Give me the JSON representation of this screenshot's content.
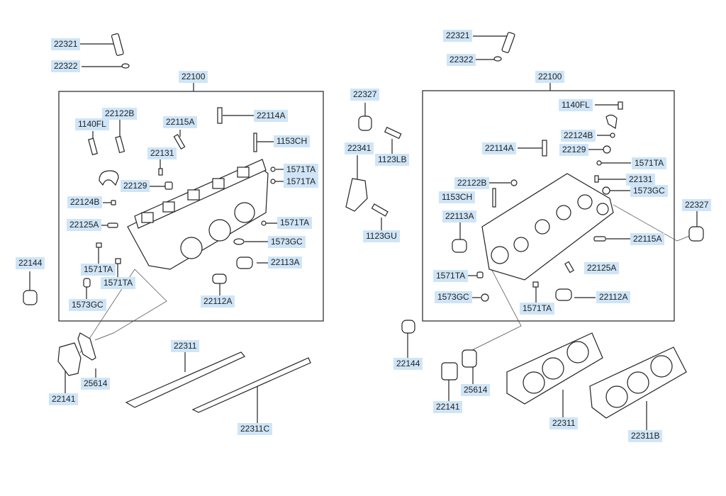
{
  "diagram": {
    "type": "exploded parts diagram",
    "subject": "Cylinder head assembly (two banks)",
    "label_color": "#cfe5f7",
    "line_color": "#222222"
  },
  "left_bank": {
    "outside_top": [
      "22321",
      "22322"
    ],
    "assembly": "22100",
    "inside": [
      "1140FL",
      "22122B",
      "22115A",
      "22114A",
      "1153CH",
      "22131",
      "1571TA",
      "1571TA",
      "22129",
      "22124B",
      "22125A",
      "1571TA",
      "1573GC",
      "1571TA",
      "1571TA",
      "22113A",
      "1573GC",
      "22112A"
    ],
    "outside_bottom": [
      "22144",
      "22141",
      "25614",
      "22311",
      "22311C"
    ]
  },
  "middle": [
    "22327",
    "22341",
    "1123LB",
    "1123GU"
  ],
  "right_bank": {
    "outside_top": [
      "22321",
      "22322"
    ],
    "assembly": "22100",
    "inside": [
      "1140FL",
      "22124B",
      "22114A",
      "22129",
      "1571TA",
      "22122B",
      "22131",
      "1153CH",
      "1573GC",
      "22113A",
      "22115A",
      "22125A",
      "1571TA",
      "1573GC",
      "1571TA",
      "22112A"
    ],
    "outside": [
      "22327",
      "22144",
      "22141",
      "25614",
      "22311",
      "22311B"
    ]
  }
}
